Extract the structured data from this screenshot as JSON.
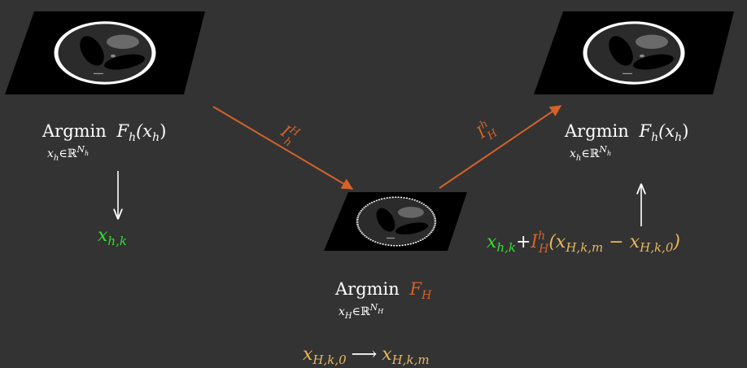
{
  "colors": {
    "background": "#333333",
    "text": "#ffffff",
    "arrow_orange": "#d4622a",
    "result_green": "#33dd33",
    "coarse_gold": "#e6b85c"
  },
  "fine_left": {
    "argmin": "Argmin",
    "objective_F": "F",
    "objective_F_sub": "h",
    "objective_arg": "(x",
    "objective_arg_sub": "h",
    "objective_close": ")",
    "sub_x": "x",
    "sub_x_sub": "h",
    "sub_in": "∈ℝ",
    "sub_N": "N",
    "sub_N_sub": "h"
  },
  "restriction_label": {
    "op": "I",
    "sup": "H",
    "sub": "h"
  },
  "prolongation_label": {
    "op": "I",
    "sup": "h",
    "sub": "H"
  },
  "fine_right": {
    "argmin": "Argmin",
    "objective_F": "F",
    "objective_F_sub": "h",
    "objective_arg": "(x",
    "objective_arg_sub": "h",
    "objective_close": ")",
    "sub_x": "x",
    "sub_x_sub": "h",
    "sub_in": "∈ℝ",
    "sub_N": "N",
    "sub_N_sub": "h"
  },
  "coarse": {
    "argmin": "Argmin",
    "objective_F": "F",
    "objective_F_sub": "H",
    "sub_x": "x",
    "sub_x_sub": "H",
    "sub_in": "∈ℝ",
    "sub_N": "N",
    "sub_N_sub": "H"
  },
  "iterate_left": {
    "x": "x",
    "sub": "h,k"
  },
  "update_right": {
    "x": "x",
    "x_sub": "h,k",
    "plus": "+",
    "op": "I",
    "op_sup": "h",
    "op_sub": "H",
    "open": "(x",
    "a_sub": "H,k,m",
    "minus": " − x",
    "b_sub": "H,k,0",
    "close": ")"
  },
  "coarse_iteration": {
    "start": "x",
    "start_sub": "H,k,0",
    "arrow": "⟶",
    "end": "x",
    "end_sub": "H,k,m"
  },
  "icons": {
    "fine_left_image": "phantom-image-icon",
    "fine_right_image": "phantom-image-icon",
    "coarse_image": "phantom-image-icon"
  }
}
